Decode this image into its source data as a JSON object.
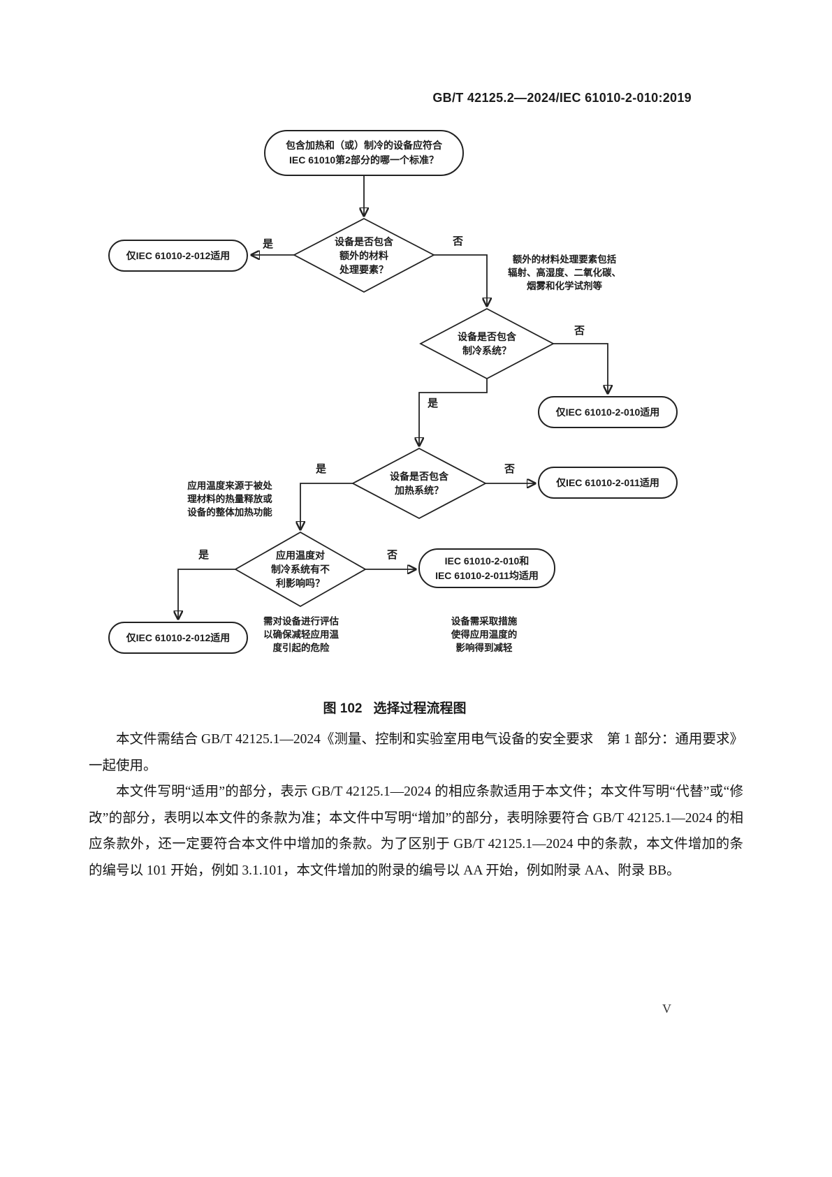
{
  "page": {
    "header": "GB/T 42125.2—2024/IEC 61010-2-010:2019",
    "page_number": "V"
  },
  "flowchart": {
    "labels": {
      "yes": "是",
      "no": "否"
    },
    "start": {
      "line1": "包含加热和（或）制冷的设备应符合",
      "line2": "IEC 61010第2部分的哪一个标准？"
    },
    "decision_materials": {
      "line1": "设备是否包含",
      "line2": "额外的材料",
      "line3": "处理要素？"
    },
    "result_012_top": "仅IEC 61010-2-012适用",
    "note_materials": {
      "line1": "额外的材料处理要素包括",
      "line2": "辐射、高湿度、二氧化碳、",
      "line3": "烟雾和化学试剂等"
    },
    "decision_cooling": {
      "line1": "设备是否包含",
      "line2": "制冷系统？"
    },
    "result_010": "仅IEC 61010-2-010适用",
    "decision_heating": {
      "line1": "设备是否包含",
      "line2": "加热系统？"
    },
    "result_011": "仅IEC 61010-2-011适用",
    "note_temp_source": {
      "line1": "应用温度来源于被处",
      "line2": "理材料的热量释放或",
      "line3": "设备的整体加热功能"
    },
    "decision_temp_effect": {
      "line1": "应用温度对",
      "line2": "制冷系统有不",
      "line3": "利影响吗？"
    },
    "result_010_011": {
      "line1": "IEC 61010-2-010和",
      "line2": "IEC 61010-2-011均适用"
    },
    "result_012_bottom": "仅IEC 61010-2-012适用",
    "note_evaluate": {
      "line1": "需对设备进行评估",
      "line2": "以确保减轻应用温",
      "line3": "度引起的危险"
    },
    "note_measures": {
      "line1": "设备需采取措施",
      "line2": "使得应用温度的",
      "line3": "影响得到减轻"
    }
  },
  "figure": {
    "label": "图 102",
    "title": "选择过程流程图"
  },
  "body": {
    "para1": "本文件需结合 GB/T 42125.1—2024《测量、控制和实验室用电气设备的安全要求　第 1 部分：通用要求》一起使用。",
    "para2": "本文件写明“适用”的部分，表示 GB/T 42125.1—2024 的相应条款适用于本文件；本文件写明“代替”或“修改”的部分，表明以本文件的条款为准；本文件中写明“增加”的部分，表明除要符合 GB/T 42125.1—2024 的相应条款外，还一定要符合本文件中增加的条款。为了区别于 GB/T 42125.1—2024 中的条款，本文件增加的条的编号以 101 开始，例如 3.1.101，本文件增加的附录的编号以 AA 开始，例如附录 AA、附录 BB。"
  }
}
